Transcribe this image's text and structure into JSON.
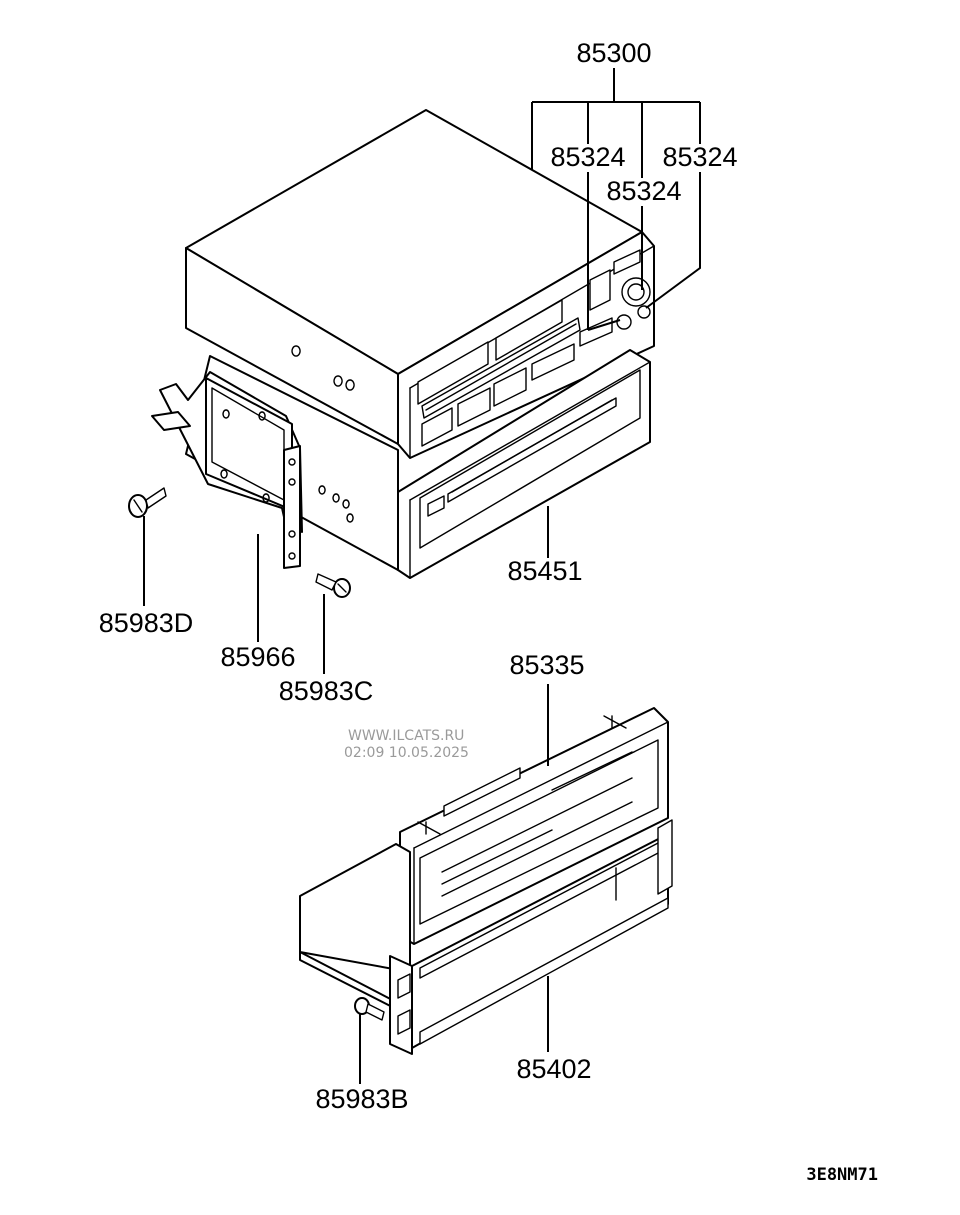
{
  "diagram": {
    "callouts": {
      "assembly": "85300",
      "knob_left": "85324",
      "knob_center": "85324",
      "knob_right": "85324",
      "cd_player": "85451",
      "bracket": "85966",
      "screw_d": "85983D",
      "screw_c": "85983C",
      "pocket_lid": "85335",
      "pocket": "85402",
      "screw_b": "85983B"
    },
    "watermark": {
      "line1": "WWW.ILCATS.RU",
      "line2": "02:09 10.05.2025"
    },
    "drawing_code": "3E8NM71"
  }
}
